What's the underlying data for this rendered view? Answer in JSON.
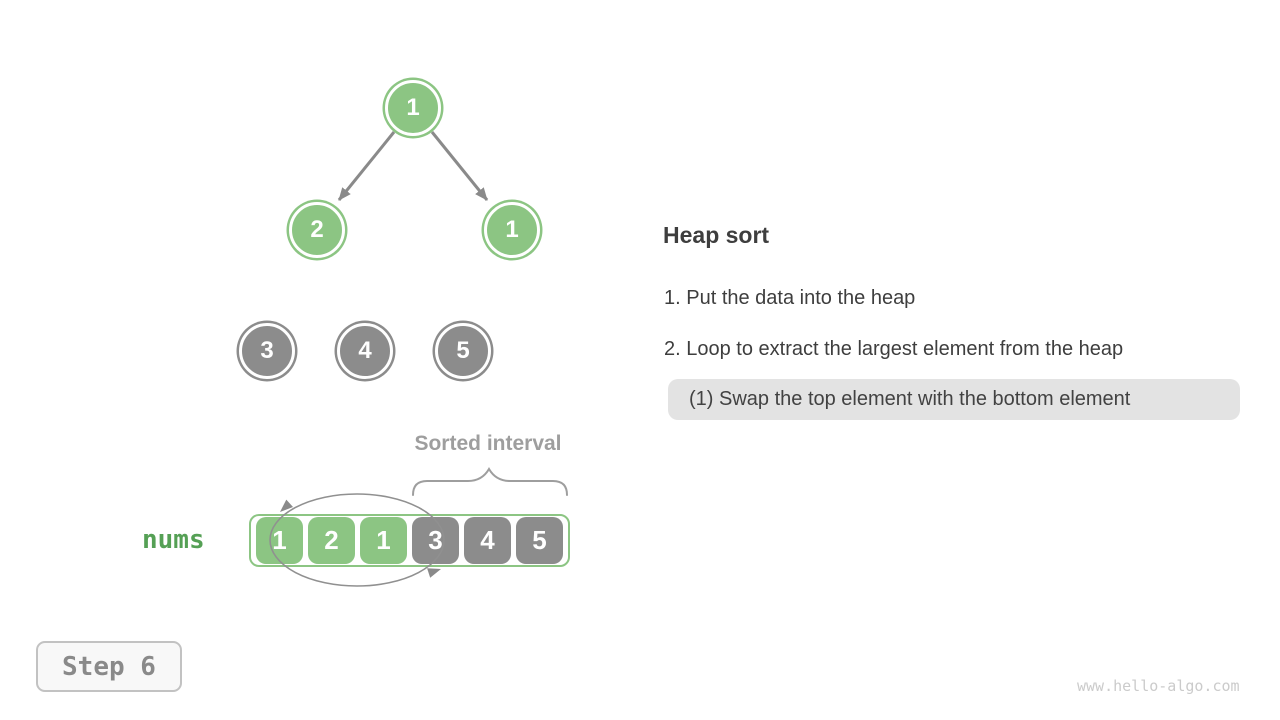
{
  "panel": {
    "heading": "Heap sort",
    "steps": [
      "1. Put the data into the heap",
      "2. Loop to extract the largest element from the heap"
    ],
    "active_substep": "(1) Swap the top element with the bottom element"
  },
  "tree": {
    "nodes": [
      {
        "value": "1",
        "state": "heap"
      },
      {
        "value": "2",
        "state": "heap"
      },
      {
        "value": "1",
        "state": "heap"
      },
      {
        "value": "3",
        "state": "sorted"
      },
      {
        "value": "4",
        "state": "sorted"
      },
      {
        "value": "5",
        "state": "sorted"
      }
    ]
  },
  "array": {
    "label": "nums",
    "sorted_interval_label": "Sorted interval",
    "cells": [
      {
        "value": "1",
        "state": "heap"
      },
      {
        "value": "2",
        "state": "heap"
      },
      {
        "value": "1",
        "state": "heap"
      },
      {
        "value": "3",
        "state": "sorted"
      },
      {
        "value": "4",
        "state": "sorted"
      },
      {
        "value": "5",
        "state": "sorted"
      }
    ]
  },
  "step_badge": "Step 6",
  "watermark": "www.hello-algo.com",
  "colors": {
    "heap_green": "#8CC583",
    "sorted_gray": "#8C8C8C",
    "label_green": "#55A055",
    "text_dark": "#3E3E3E",
    "muted_gray": "#9E9E9E",
    "highlight_bg": "#E3E3E3",
    "arrow_gray": "#8A8A8A"
  }
}
